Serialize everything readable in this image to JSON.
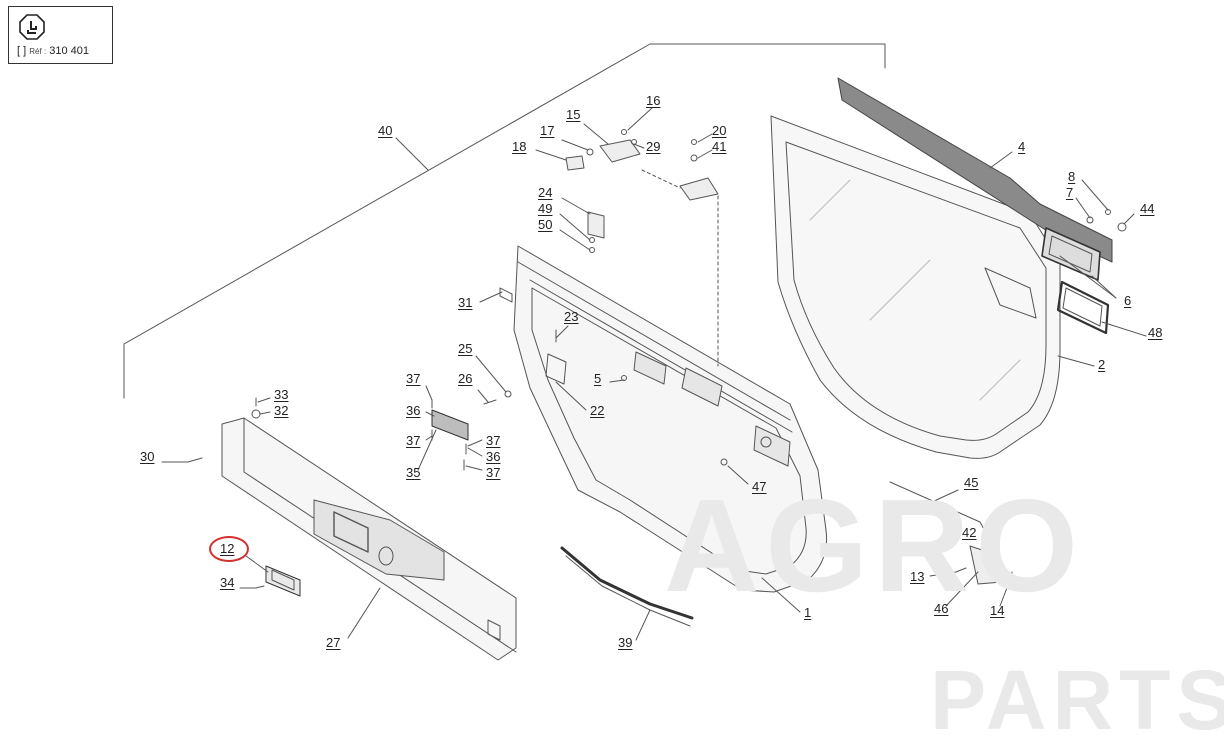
{
  "reference": {
    "icon": "cab-seat-icon",
    "label_small": "Réf :",
    "number": "310 401"
  },
  "watermark": {
    "word_top": "AGRO",
    "word_bottom": "PARTS",
    "color": "#e9e9e9"
  },
  "highlight": {
    "part": "12",
    "color": "#d43030"
  },
  "callouts": [
    {
      "id": "c1",
      "text": "1"
    },
    {
      "id": "c2",
      "text": "2"
    },
    {
      "id": "c4",
      "text": "4"
    },
    {
      "id": "c5",
      "text": "5"
    },
    {
      "id": "c6",
      "text": "6"
    },
    {
      "id": "c7",
      "text": "7"
    },
    {
      "id": "c8",
      "text": "8"
    },
    {
      "id": "c12",
      "text": "12"
    },
    {
      "id": "c13",
      "text": "13"
    },
    {
      "id": "c14",
      "text": "14"
    },
    {
      "id": "c15",
      "text": "15"
    },
    {
      "id": "c16",
      "text": "16"
    },
    {
      "id": "c17",
      "text": "17"
    },
    {
      "id": "c18",
      "text": "18"
    },
    {
      "id": "c20",
      "text": "20"
    },
    {
      "id": "c22",
      "text": "22"
    },
    {
      "id": "c23",
      "text": "23"
    },
    {
      "id": "c24",
      "text": "24"
    },
    {
      "id": "c25",
      "text": "25"
    },
    {
      "id": "c26",
      "text": "26"
    },
    {
      "id": "c27",
      "text": "27"
    },
    {
      "id": "c29",
      "text": "29"
    },
    {
      "id": "c30",
      "text": "30"
    },
    {
      "id": "c31",
      "text": "31"
    },
    {
      "id": "c32",
      "text": "32"
    },
    {
      "id": "c33",
      "text": "33"
    },
    {
      "id": "c34",
      "text": "34"
    },
    {
      "id": "c35",
      "text": "35"
    },
    {
      "id": "c36a",
      "text": "36"
    },
    {
      "id": "c36b",
      "text": "36"
    },
    {
      "id": "c37a",
      "text": "37"
    },
    {
      "id": "c37b",
      "text": "37"
    },
    {
      "id": "c37c",
      "text": "37"
    },
    {
      "id": "c37d",
      "text": "37"
    },
    {
      "id": "c39",
      "text": "39"
    },
    {
      "id": "c40",
      "text": "40"
    },
    {
      "id": "c41",
      "text": "41"
    },
    {
      "id": "c42",
      "text": "42"
    },
    {
      "id": "c44",
      "text": "44"
    },
    {
      "id": "c45",
      "text": "45"
    },
    {
      "id": "c46",
      "text": "46"
    },
    {
      "id": "c47",
      "text": "47"
    },
    {
      "id": "c48",
      "text": "48"
    },
    {
      "id": "c49",
      "text": "49"
    },
    {
      "id": "c50",
      "text": "50"
    }
  ]
}
